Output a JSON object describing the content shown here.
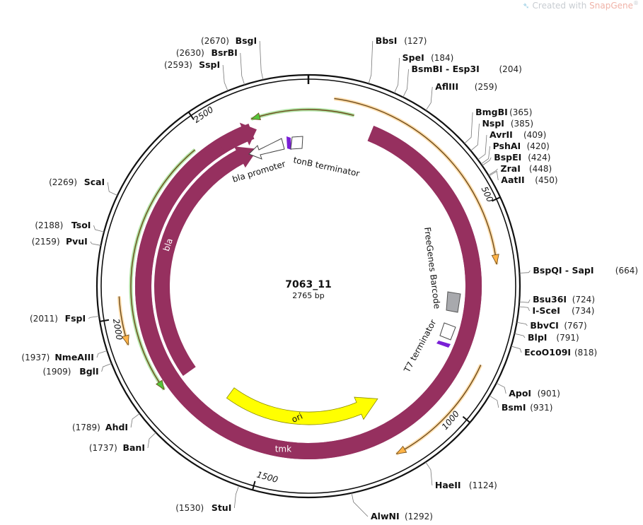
{
  "watermark": {
    "prefix": "Created with",
    "brand": "SnapGene",
    "mark": "®"
  },
  "plasmid": {
    "name": "7063_11",
    "size_label": "2765 bp",
    "length": 2765
  },
  "backbone_ticks": [
    {
      "pos": 500,
      "label": "500"
    },
    {
      "pos": 1000,
      "label": "1000"
    },
    {
      "pos": 1500,
      "label": "1500"
    },
    {
      "pos": 2000,
      "label": "2000"
    },
    {
      "pos": 2500,
      "label": "2500"
    }
  ],
  "sites": [
    {
      "name": "BbsI",
      "pos": 127,
      "pos_label": "(127)",
      "side": "right"
    },
    {
      "name": "SpeI",
      "pos": 184,
      "pos_label": "(184)",
      "side": "right"
    },
    {
      "name": "BsmBI  -  Esp3I",
      "pos": 204,
      "pos_label": "(204)",
      "side": "right"
    },
    {
      "name": "AflIII",
      "pos": 259,
      "pos_label": "(259)",
      "side": "right"
    },
    {
      "name": "BmgBI",
      "pos": 365,
      "pos_label": "(365)",
      "side": "right"
    },
    {
      "name": "NspI",
      "pos": 385,
      "pos_label": "(385)",
      "side": "right"
    },
    {
      "name": "AvrII",
      "pos": 409,
      "pos_label": "(409)",
      "side": "right"
    },
    {
      "name": "PshAI",
      "pos": 420,
      "pos_label": "(420)",
      "side": "right"
    },
    {
      "name": "BspEI",
      "pos": 424,
      "pos_label": "(424)",
      "side": "right"
    },
    {
      "name": "ZraI",
      "pos": 448,
      "pos_label": "(448)",
      "side": "right"
    },
    {
      "name": "AatII",
      "pos": 450,
      "pos_label": "(450)",
      "side": "right"
    },
    {
      "name": "BspQI  -  SapI",
      "pos": 664,
      "pos_label": "(664)",
      "side": "right"
    },
    {
      "name": "Bsu36I",
      "pos": 724,
      "pos_label": "(724)",
      "side": "right"
    },
    {
      "name": "I-SceI",
      "pos": 734,
      "pos_label": "(734)",
      "side": "right"
    },
    {
      "name": "BbvCI",
      "pos": 767,
      "pos_label": "(767)",
      "side": "right"
    },
    {
      "name": "BlpI",
      "pos": 791,
      "pos_label": "(791)",
      "side": "right"
    },
    {
      "name": "EcoO109I",
      "pos": 818,
      "pos_label": "(818)",
      "side": "right"
    },
    {
      "name": "ApoI",
      "pos": 901,
      "pos_label": "(901)",
      "side": "right"
    },
    {
      "name": "BsmI",
      "pos": 931,
      "pos_label": "(931)",
      "side": "right"
    },
    {
      "name": "HaeII",
      "pos": 1124,
      "pos_label": "(1124)",
      "side": "right"
    },
    {
      "name": "AlwNI",
      "pos": 1292,
      "pos_label": "(1292)",
      "side": "right"
    },
    {
      "name": "StuI",
      "pos": 1530,
      "pos_label": "(1530)",
      "side": "left"
    },
    {
      "name": "BanI",
      "pos": 1737,
      "pos_label": "(1737)",
      "side": "left"
    },
    {
      "name": "AhdI",
      "pos": 1789,
      "pos_label": "(1789)",
      "side": "left"
    },
    {
      "name": "BglI",
      "pos": 1909,
      "pos_label": "(1909)",
      "side": "left"
    },
    {
      "name": "NmeAIII",
      "pos": 1937,
      "pos_label": "(1937)",
      "side": "left"
    },
    {
      "name": "FspI",
      "pos": 2011,
      "pos_label": "(2011)",
      "side": "left"
    },
    {
      "name": "PvuI",
      "pos": 2159,
      "pos_label": "(2159)",
      "side": "left"
    },
    {
      "name": "TsoI",
      "pos": 2188,
      "pos_label": "(2188)",
      "side": "left"
    },
    {
      "name": "ScaI",
      "pos": 2269,
      "pos_label": "(2269)",
      "side": "left"
    },
    {
      "name": "SspI",
      "pos": 2593,
      "pos_label": "(2593)",
      "side": "left"
    },
    {
      "name": "BsrBI",
      "pos": 2630,
      "pos_label": "(2630)",
      "side": "left"
    },
    {
      "name": "BsgI",
      "pos": 2670,
      "pos_label": "(2670)",
      "side": "left"
    }
  ],
  "features": {
    "tmk": {
      "label": "tmk",
      "color": "#96305f"
    },
    "bla": {
      "label": "bla",
      "color": "#96305f"
    },
    "ori": {
      "label": "ori",
      "color": "#ffff00"
    },
    "bla_promoter": {
      "label": "bla promoter"
    },
    "tonb_terminator": {
      "label": "tonB terminator"
    },
    "t7_terminator": {
      "label": "T7 terminator"
    },
    "freegenes_barcode": {
      "label": "FreeGenes Barcode",
      "color": "#a8a9ad"
    },
    "primer_color": "#7a1fd6",
    "orf_orange": "#ffb347",
    "orf_green": "#55c43a"
  }
}
